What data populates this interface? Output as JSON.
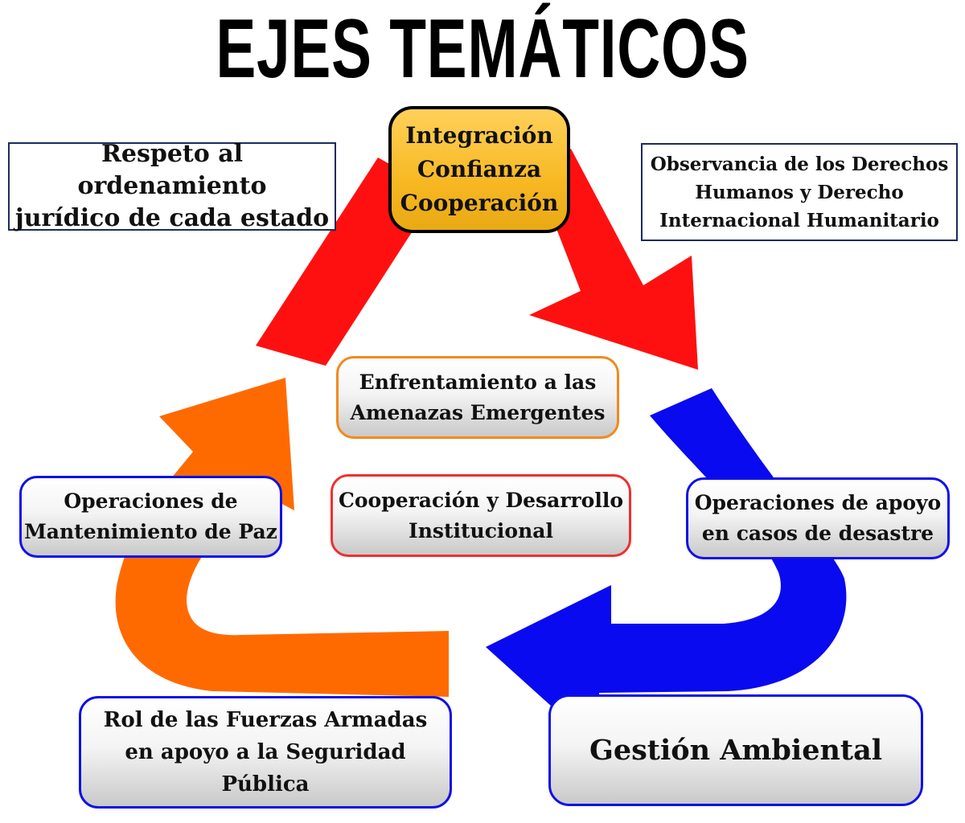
{
  "title": "EJES TEMÁTICOS",
  "center_top": [
    "Integración",
    "Confianza",
    "Cooperación"
  ],
  "box_respeto": [
    "Respeto al ordenamiento",
    "jurídico de cada estado"
  ],
  "box_observancia": [
    "Observancia de los Derechos",
    "Humanos y Derecho",
    "Internacional Humanitario"
  ],
  "box_amenazas": [
    "Enfrentamiento a las",
    "Amenazas Emergentes"
  ],
  "box_cooperacion": [
    "Cooperación y Desarrollo",
    "Institucional"
  ],
  "box_paz": [
    "Operaciones de",
    "Mantenimiento de Paz"
  ],
  "box_desastre": [
    "Operaciones de apoyo",
    "en casos de desastre"
  ],
  "box_rol": [
    "Rol de las Fuerzas Armadas",
    "en apoyo a la Seguridad",
    "Pública"
  ],
  "box_gestion": [
    "Gestión Ambiental"
  ],
  "colors": {
    "arrow_red": "#ff1010",
    "arrow_blue": "#0a0af0",
    "arrow_orange": "#ff6a00",
    "center_fill": "#f7b823",
    "blue_border": "#1010e8",
    "orange_border": "#f28a1a",
    "red_border": "#ee3030"
  }
}
